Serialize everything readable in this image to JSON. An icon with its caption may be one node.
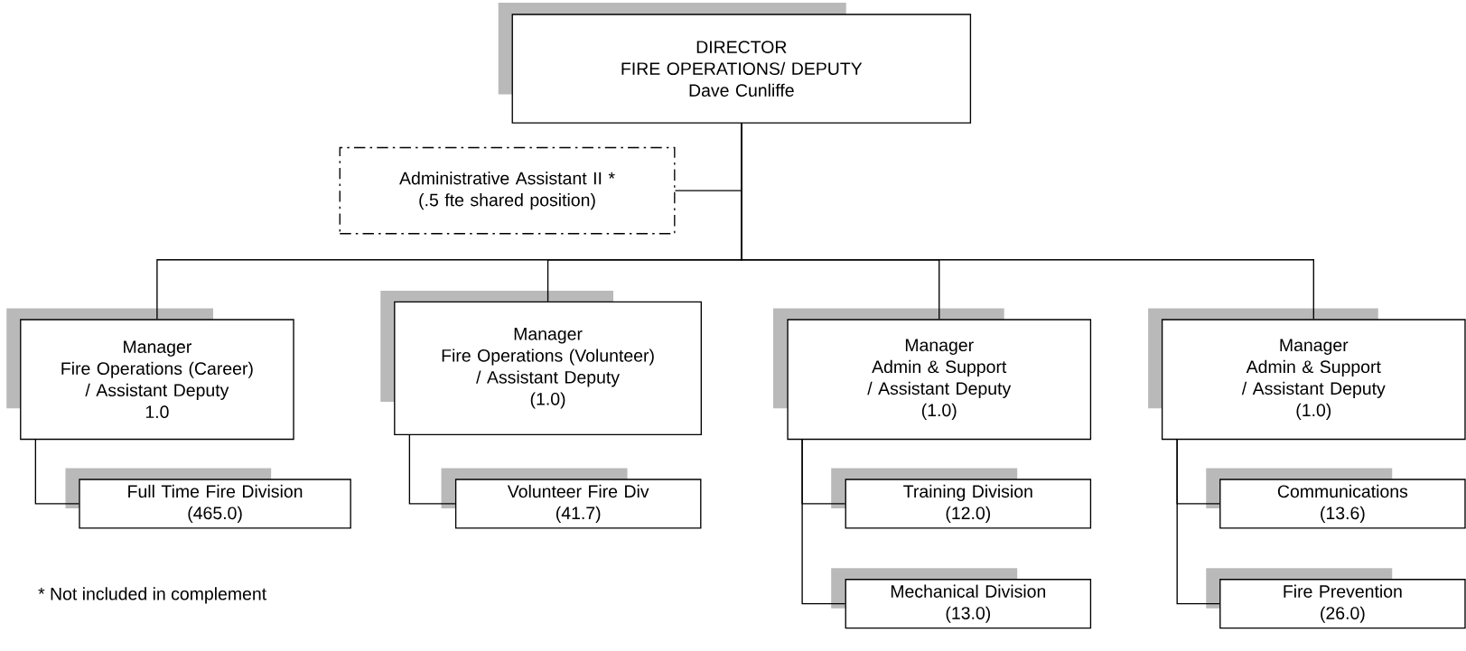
{
  "diagram": {
    "nodes": [
      {
        "text": [
          "DIRECTOR",
          "FIRE OPERATIONS/ DEPUTY",
          "Dave Cunliffe"
        ]
      },
      {
        "text": [
          "Administrative Assistant II *",
          "(.5 fte shared position)"
        ]
      },
      {
        "text": [
          "Manager",
          "Fire Operations (Career)",
          "/ Assistant Deputy",
          "1.0"
        ]
      },
      {
        "text": [
          "Manager",
          "Fire Operations (Volunteer)",
          "/ Assistant Deputy",
          "(1.0)"
        ]
      },
      {
        "text": [
          "Manager",
          "Admin & Support",
          "/ Assistant Deputy",
          "(1.0)"
        ]
      },
      {
        "text": [
          "Manager",
          "Admin & Support",
          "/ Assistant Deputy",
          "(1.0)"
        ]
      },
      {
        "text": [
          "Full Time Fire Division",
          "(465.0)"
        ]
      },
      {
        "text": [
          "Volunteer Fire Div",
          "(41.7)"
        ]
      },
      {
        "text": [
          "Training Division",
          "(12.0)"
        ]
      },
      {
        "text": [
          "Communications",
          "(13.6)"
        ]
      },
      {
        "text": [
          "Mechanical Division",
          "(13.0)"
        ]
      },
      {
        "text": [
          "Fire Prevention",
          "(26.0)"
        ]
      }
    ],
    "edges": [
      {
        "from": 0,
        "to": 1,
        "arrow": "none"
      },
      {
        "from": 0,
        "to": 2,
        "arrow": "none"
      },
      {
        "from": 0,
        "to": 3,
        "arrow": "none"
      },
      {
        "from": 0,
        "to": 4,
        "arrow": "none"
      },
      {
        "from": 0,
        "to": 5,
        "arrow": "none"
      },
      {
        "from": 2,
        "to": 6,
        "arrow": "none"
      },
      {
        "from": 3,
        "to": 7,
        "arrow": "none"
      },
      {
        "from": 4,
        "to": 8,
        "arrow": "none"
      },
      {
        "from": 4,
        "to": 10,
        "arrow": "none"
      },
      {
        "from": 5,
        "to": 9,
        "arrow": "none"
      },
      {
        "from": 5,
        "to": 11,
        "arrow": "none"
      }
    ],
    "labels": [
      "* Not included in complement"
    ]
  }
}
